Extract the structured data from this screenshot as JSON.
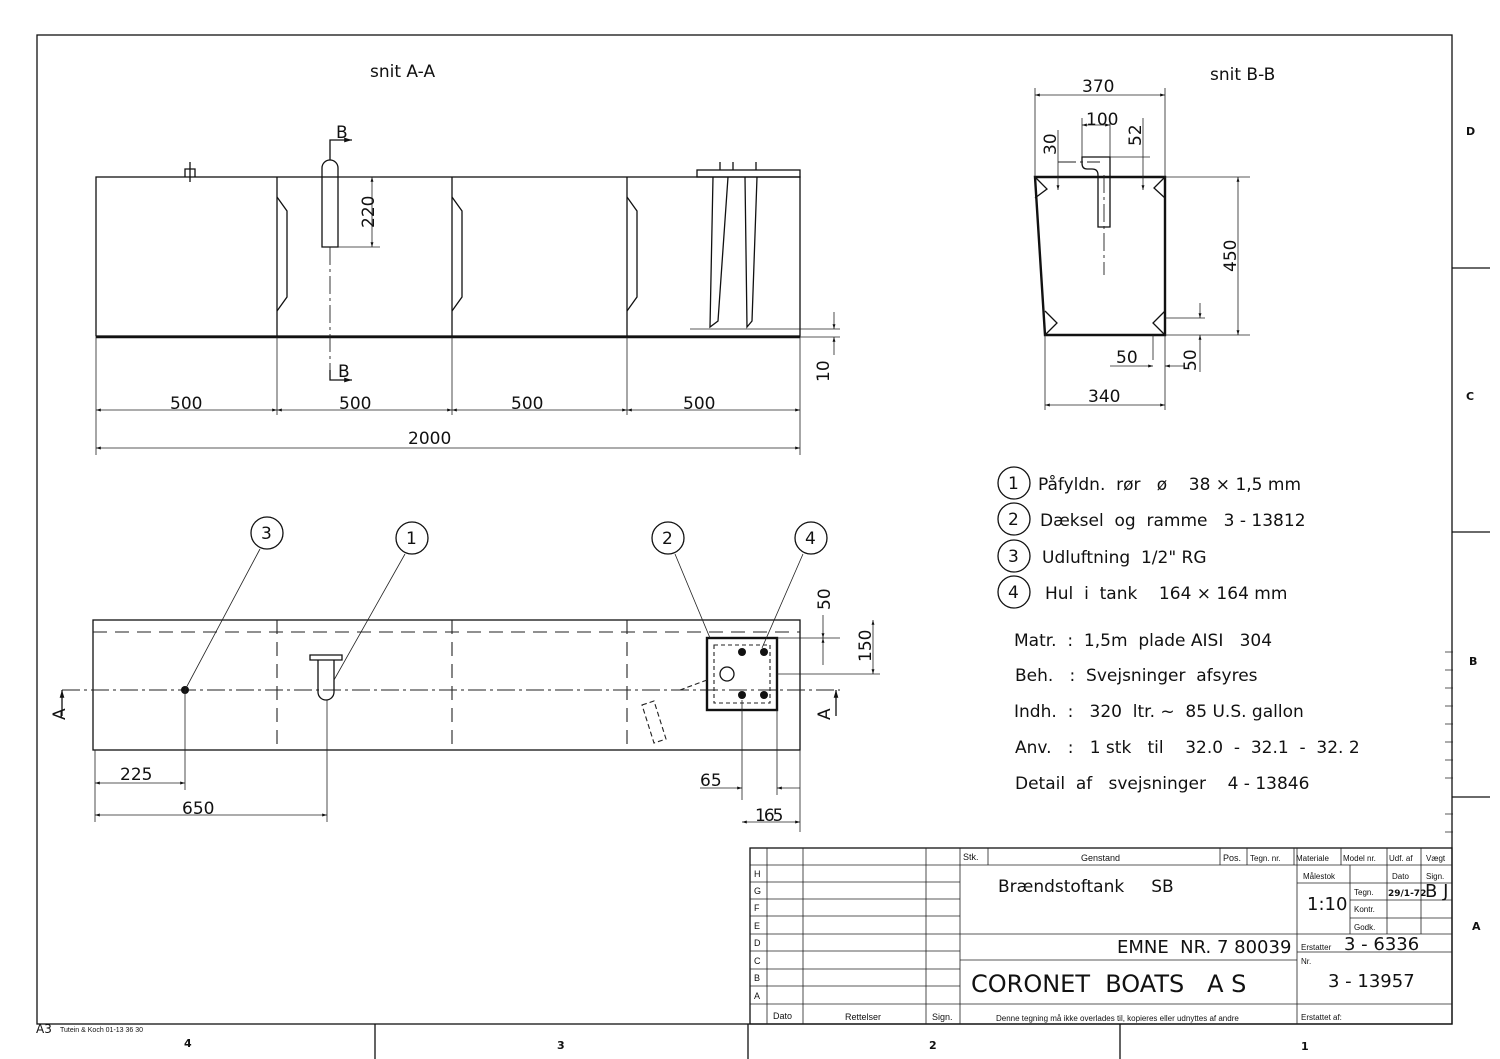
{
  "sheet": {
    "format": "A3",
    "printer": "Tutein & Koch  01-13 36 30",
    "zones_bottom": [
      "4",
      "3",
      "2",
      "1"
    ],
    "zones_right": [
      "D",
      "C",
      "B",
      "A"
    ]
  },
  "section_aa": {
    "title": "snit  A-A",
    "cut_label": "B",
    "dims": [
      "500",
      "500",
      "500",
      "500"
    ],
    "total": "2000",
    "pipe_height": "220",
    "gap": "10"
  },
  "section_bb": {
    "title": "snit  B-B",
    "top_width": "370",
    "pipe_offset": "100",
    "dim_30": "30",
    "dim_52": "52",
    "height": "450",
    "chamfer_h": "50",
    "chamfer_v": "50",
    "bottom_width": "340"
  },
  "plan": {
    "callouts": [
      "3",
      "1",
      "2",
      "4"
    ],
    "cut_label": "A",
    "dim_225": "225",
    "dim_650": "650",
    "dim_65": "65",
    "dim_165": "165",
    "dim_50": "50",
    "dim_150": "150"
  },
  "parts": [
    {
      "no": "1",
      "text": "Påfyldn.  rør   ø    38 × 1,5 mm"
    },
    {
      "no": "2",
      "text": "Dæksel  og  ramme   3 - 13812"
    },
    {
      "no": "3",
      "text": "Udluftning  1/2\" RG"
    },
    {
      "no": "4",
      "text": "Hul  i  tank    164 × 164 mm"
    }
  ],
  "notes": [
    "Matr.  :  1,5m  plade AISI   304",
    "Beh.   :  Svejsninger  afsyres",
    "Indh.  :   320  ltr. ~  85 U.S. gallon",
    "Anv.   :   1 stk   til    32.0  -  32.1  -  32. 2",
    "Detail  af   svejsninger    4 - 13846"
  ],
  "title_block": {
    "headers": [
      "Stk.",
      "Genstand",
      "Pos.",
      "Tegn. nr.",
      "Materiale",
      "Model nr.",
      "Udf. af",
      "Vægt"
    ],
    "rev_rows": [
      "H",
      "G",
      "F",
      "E",
      "D",
      "C",
      "B",
      "A"
    ],
    "rev_footer": [
      "Dato",
      "Rettelser",
      "Sign."
    ],
    "item": "Brændstoftank     SB",
    "scale_label": "Målestok",
    "scale": "1:10",
    "date_label": "Dato",
    "sign_label": "Sign.",
    "roles": [
      "Tegn.",
      "Kontr.",
      "Godk."
    ],
    "drawn_date": "29/1-72",
    "drawn_sign": "B J",
    "emne": "EMNE  NR. 7 80039",
    "company": "CORONET  BOATS   A S",
    "replaces_label": "Erstatter",
    "replaces": "3 - 6336",
    "nr_label": "Nr.",
    "nr": "3 - 13957",
    "replaced_by_label": "Erstattet af:",
    "copyright": "Denne tegning må ikke overlades til, kopieres eller udnyttes af andre"
  }
}
